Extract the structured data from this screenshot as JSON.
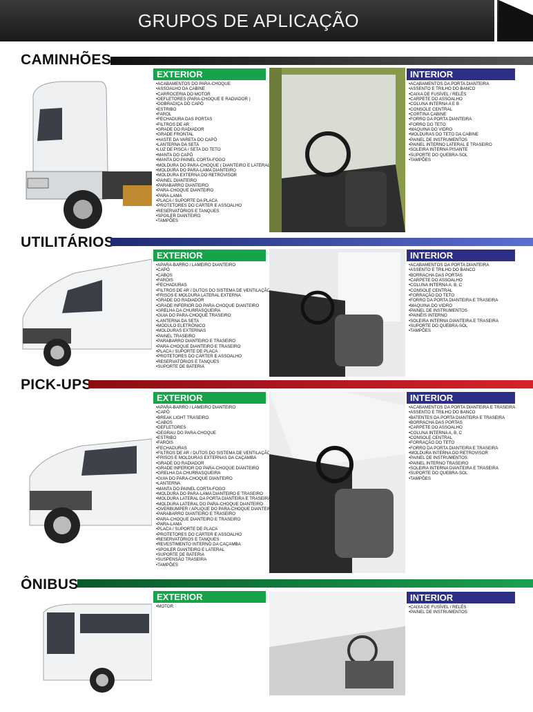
{
  "header": {
    "title": "GRUPOS DE APLICAÇÃO"
  },
  "colors": {
    "caminhoes": "#222222",
    "utilitarios": "#3a49a8",
    "pickups": "#c0141b",
    "onibus": "#0f7a3a",
    "exterior": "#17a34a",
    "interior": "#2d2f86"
  },
  "sections": {
    "caminhoes": {
      "title": "CAMINHÕES",
      "exterior_label": "EXTERIOR",
      "interior_label": "INTERIOR",
      "exterior": [
        "ACABAMENTOS DO PARA-CHOQUE",
        "ASSOALHO DA CABINE",
        "CARROCERIA DO MOTOR",
        "DEFLETORES  (PARA-CHOQUE E RADIADOR )",
        "DOBRADIÇA DO CAPÔ",
        "ESTRIBO",
        "FAROL",
        "FECHADURA DAS PORTAS",
        "FILTROS DE AR",
        "GRADE DO RADIADOR",
        "GRADE FRONTAL",
        "HASTE DA VARETA DO CAPÔ",
        "LANTERNA DA SETA",
        "LUZ DE PISCA / SETA DO TETO",
        "MANTA DO CAPÔ",
        "MANTA DO PAINEL CORTA-FOGO",
        "MOLDURA DO PARA-CHOQUE ( DIANTEIRO E LATERAL)",
        "MOLDURA DO PARA-LAMA DIANTEIRO",
        "MOLDURA EXTERNA DO RETROVISOR",
        "PAINEL DIANTEIRO",
        "PARABARRO DIANTEIRO",
        "PARA-CHOQUE DIANTEIRO",
        "PARA-LAMA",
        "PLACA / SUPORTE DA PLACA",
        "PROTETORES DO CÁRTER E ASSOALHO",
        "RESERVATÓRIOS E TANQUES",
        "SPOILER DIANTEIRO",
        "TAMPÕES"
      ],
      "interior": [
        "ACABAMENTOS DA PORTA DIANTEIRA",
        "ASSENTO E TRILHO DO BANCO",
        "CAIXA DE FUSÍVEL / RELÉS",
        "CARPETE DO ASSOALHO",
        "COLUNA INTERNA A E B",
        "CONSOLE CENTRAL",
        "CORTINA CABINE",
        "FORRO DA PORTA DIANTEIRA",
        "FORRO DO TETO",
        "MAQUINA DO VIDRO",
        "MOLDURAS DO TETO DA CABINE",
        "PAINEL DE INSTRUMENTOS",
        "PAINEL INTERNO LATERAL E TRASEIRO",
        "SOLEIRA INTERNA PISANTE",
        "SUPORTE DO QUEBRA-SOL",
        "TAMPÕES"
      ]
    },
    "utilitarios": {
      "title": "UTILITÁRIOS",
      "exterior_label": "EXTERIOR",
      "interior_label": "INTERIOR",
      "exterior": [
        "APARA-BARRO / LAMEIRO DIANTEIRO",
        "CAPÔ",
        "CABOS",
        "FARÓIS",
        "FECHADURAS",
        "FILTROS DE AR / DUTOS DO SISTEMA DE VENTILAÇÃO",
        "FRISOS E MOLDURA LATERAL EXTERNA",
        "GRADE DO RADIADOR",
        "GRADE INFERIOR DO PARA-CHOQUE DIANTEIRO",
        "GRELHA DA CHURRASQUEIRA",
        "GUIA DO PARA-CHOQUE TRASEIRO",
        "LANTERNA DA SETA",
        "MÓDULO ELETRÔNICO",
        "MOLDURAS EXTERNAS",
        "PAINEL TRASEIRO",
        "PARABARRO DIANTEIRO E TRASEIRO",
        "PARA-CHOQUE DIANTEIRO E TRASEIRO",
        "PLACA / SUPORTE DE PLACA",
        "PROTETORES DO CÁRTER E ASSOALHO",
        "RESERVATÓRIOS E TANQUES",
        "SUPORTE DE BATERIA"
      ],
      "interior": [
        "ACABAMENTOS DA PORTA DIANTEIRA",
        "ASSENTO E TRILHO DO BANCO",
        "BORRACHA DAS PORTAS",
        "CARPETE DO ASSOALHO",
        "COLUNA INTERNA A, B, C",
        "CONSOLE CENTRAL",
        "FORRAÇÃO DO TETO",
        "FORRO DA PORTA DIANTEIRA E TRASEIRA",
        "MAQUINA DO VIDRO",
        "PAINEL DE INSTRUMENTOS",
        "PAINÉIS INTERNO",
        "SOLEIRA INTERNA DIANTEIRA E TRASEIRA",
        "SUPORTE DO QUEBRA-SOL",
        "TAMPÕES"
      ]
    },
    "pickups": {
      "title": "PICK-UPS",
      "exterior_label": "EXTERIOR",
      "interior_label": "INTERIOR",
      "exterior": [
        "APARA-BARRO / LAMEIRO DIANTEIRO",
        "CAPÔ",
        "BREAK LIGHT TRASEIRO",
        "CABOS",
        "DEFLETORES",
        "DEGRAU DO PARA-CHOQUE",
        "ESTRIBO",
        "FARÓIS",
        "FECHADURAS",
        "FILTROS DE AR / DUTOS DO SISTEMA DE VENTILAÇÃO",
        "FRISOS E MOLDURAS EXTERNAS DA CAÇAMBA",
        "GRADE DO RADIADOR",
        "GRADE INFERIOR DO PARA-CHOQUE DIANTEIRO",
        "GRELHA DA CHURRASQUEIRA",
        "GUIA DO PARA-CHOQUE DIANTEIRO",
        "LANTERNA",
        "MANTA DO PAINEL CORTA-FOGO",
        "MOLDURA DO PARA-LAMA DIANTEIRO E TRASEIRO",
        "MOLDURA LATERAL DA PORTA DIANTEIRA E TRASEIRA",
        "MOLDURA LATERAL DO PARA-CHOQUE DIANTEIRO",
        "OVERBUMPER / APLIQUE DO PARA-CHOQUE DIANTEIRO",
        "PARABARRO DIANTEIRO E TRASEIRO",
        "PARA-CHOQUE DIANTEIRO E TRASEIRO",
        "PARA-LAMA",
        "PLACA / SUPORTE DE PLACA",
        "PROTETORES DO CÁRTER E ASSOALHO",
        "RESERVATÓRIOS E TANQUES",
        "REVESTIMENTO INTERNO DA CAÇAMBA",
        "SPOILER DIANTEIRO E LATERAL",
        "SUPORTE DE BATERIA",
        "SUSPENSÃO TRASEIRA",
        "TAMPÕES"
      ],
      "interior": [
        "ACABAMENTOS DA PORTA DIANTEIRA E TRASEIRA",
        "ASSENTO E TRILHO DO BANCO",
        "BATENTES DA PORTA DIANTEIRA E TRASEIRA",
        "BORRACHA DAS PORTAS",
        "CARPETE DO ASSOALHO",
        "COLUNA INTERNA A, B, C",
        "CONSOLE CENTRAL",
        "FORRAÇÃO DO TETO",
        "FORRO DA PORTA DIANTEIRA E TRASEIRA",
        "MOLDURA INTERNA DO RETROVISOR",
        "PAINEL DE INSTRUMENTOS",
        "PAINEL INTERNO TRASEIRO",
        "SOLEIRA INTERNA DIANTEIRA E TRASEIRA",
        "SUPORTE DO QUEBRA-SOL",
        "TAMPÕES"
      ]
    },
    "onibus": {
      "title": "ÔNIBUS",
      "exterior_label": "EXTERIOR",
      "interior_label": "INTERIOR",
      "exterior": [
        "MOTOR"
      ],
      "interior": [
        "CAIXA DE FUSÍVEL / RELÉS",
        "PAINEL DE INSTRUMENTOS"
      ]
    }
  }
}
